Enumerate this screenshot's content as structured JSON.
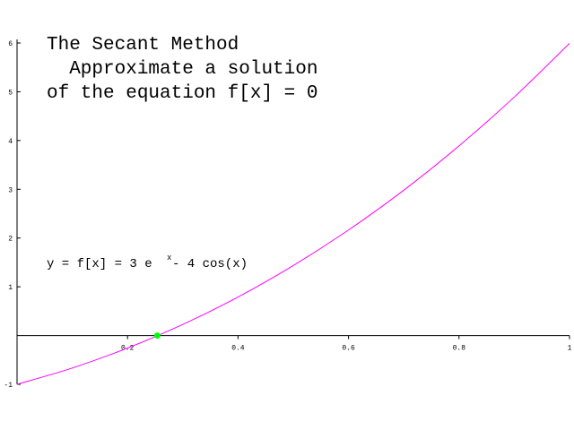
{
  "chart_data": {
    "type": "line",
    "title_lines": [
      "The Secant Method",
      "  Approximate a solution",
      "of the equation f[x] = 0"
    ],
    "equation": {
      "prefix": "y = f[x] = 3 e",
      "superscript": "x",
      "suffix": " - 4 cos(x)"
    },
    "xlim": [
      0,
      1
    ],
    "ylim": [
      -1,
      6
    ],
    "x_ticks": [
      {
        "value": 0.2,
        "label": "0.2"
      },
      {
        "value": 0.4,
        "label": "0.4"
      },
      {
        "value": 0.6,
        "label": "0.6"
      },
      {
        "value": 0.8,
        "label": "0.8"
      },
      {
        "value": 1,
        "label": "1"
      }
    ],
    "y_ticks": [
      {
        "value": -1,
        "label": "-1"
      },
      {
        "value": 1,
        "label": "1"
      },
      {
        "value": 2,
        "label": "2"
      },
      {
        "value": 3,
        "label": "3"
      },
      {
        "value": 4,
        "label": "4"
      },
      {
        "value": 5,
        "label": "5"
      },
      {
        "value": 6,
        "label": "6"
      }
    ],
    "series": [
      {
        "color": "#ff00ff",
        "x": [
          0,
          0.1,
          0.2,
          0.3,
          0.4,
          0.5,
          0.6,
          0.7,
          0.8,
          0.9,
          1.0
        ],
        "values": [
          -1.0,
          -0.666,
          -0.256,
          0.228,
          0.791,
          1.436,
          2.165,
          2.981,
          3.89,
          4.892,
          5.993
        ]
      }
    ],
    "root_point": {
      "x": 0.2539,
      "y": 0,
      "color": "#00ff00"
    },
    "grid": false,
    "axis_color": "#000000"
  }
}
